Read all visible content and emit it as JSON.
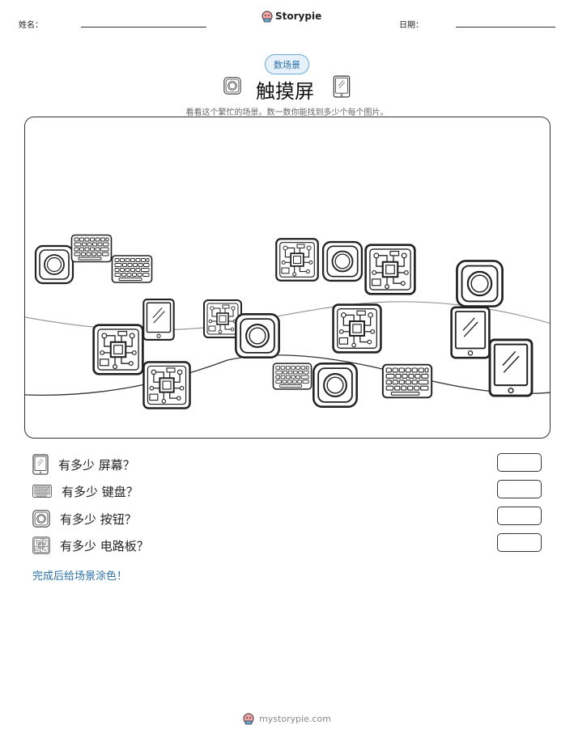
{
  "header": {
    "name_label": "姓名：",
    "brand": "Storypie",
    "date_label": "日期："
  },
  "badge": "数场景",
  "title": "触摸屏",
  "subtitle": "看看这个繁忙的场景。数一数你能找到多少个每个图片。",
  "questions": [
    {
      "icon": "screen-icon",
      "label": "有多少 屏幕？"
    },
    {
      "icon": "keyboard-icon",
      "label": "有多少 键盘？"
    },
    {
      "icon": "button-icon",
      "label": "有多少 按钮？"
    },
    {
      "icon": "circuit-board-icon",
      "label": "有多少 电路板？"
    }
  ],
  "color_note": "完成后给场景涂色！",
  "footer": "mystorypie.com"
}
